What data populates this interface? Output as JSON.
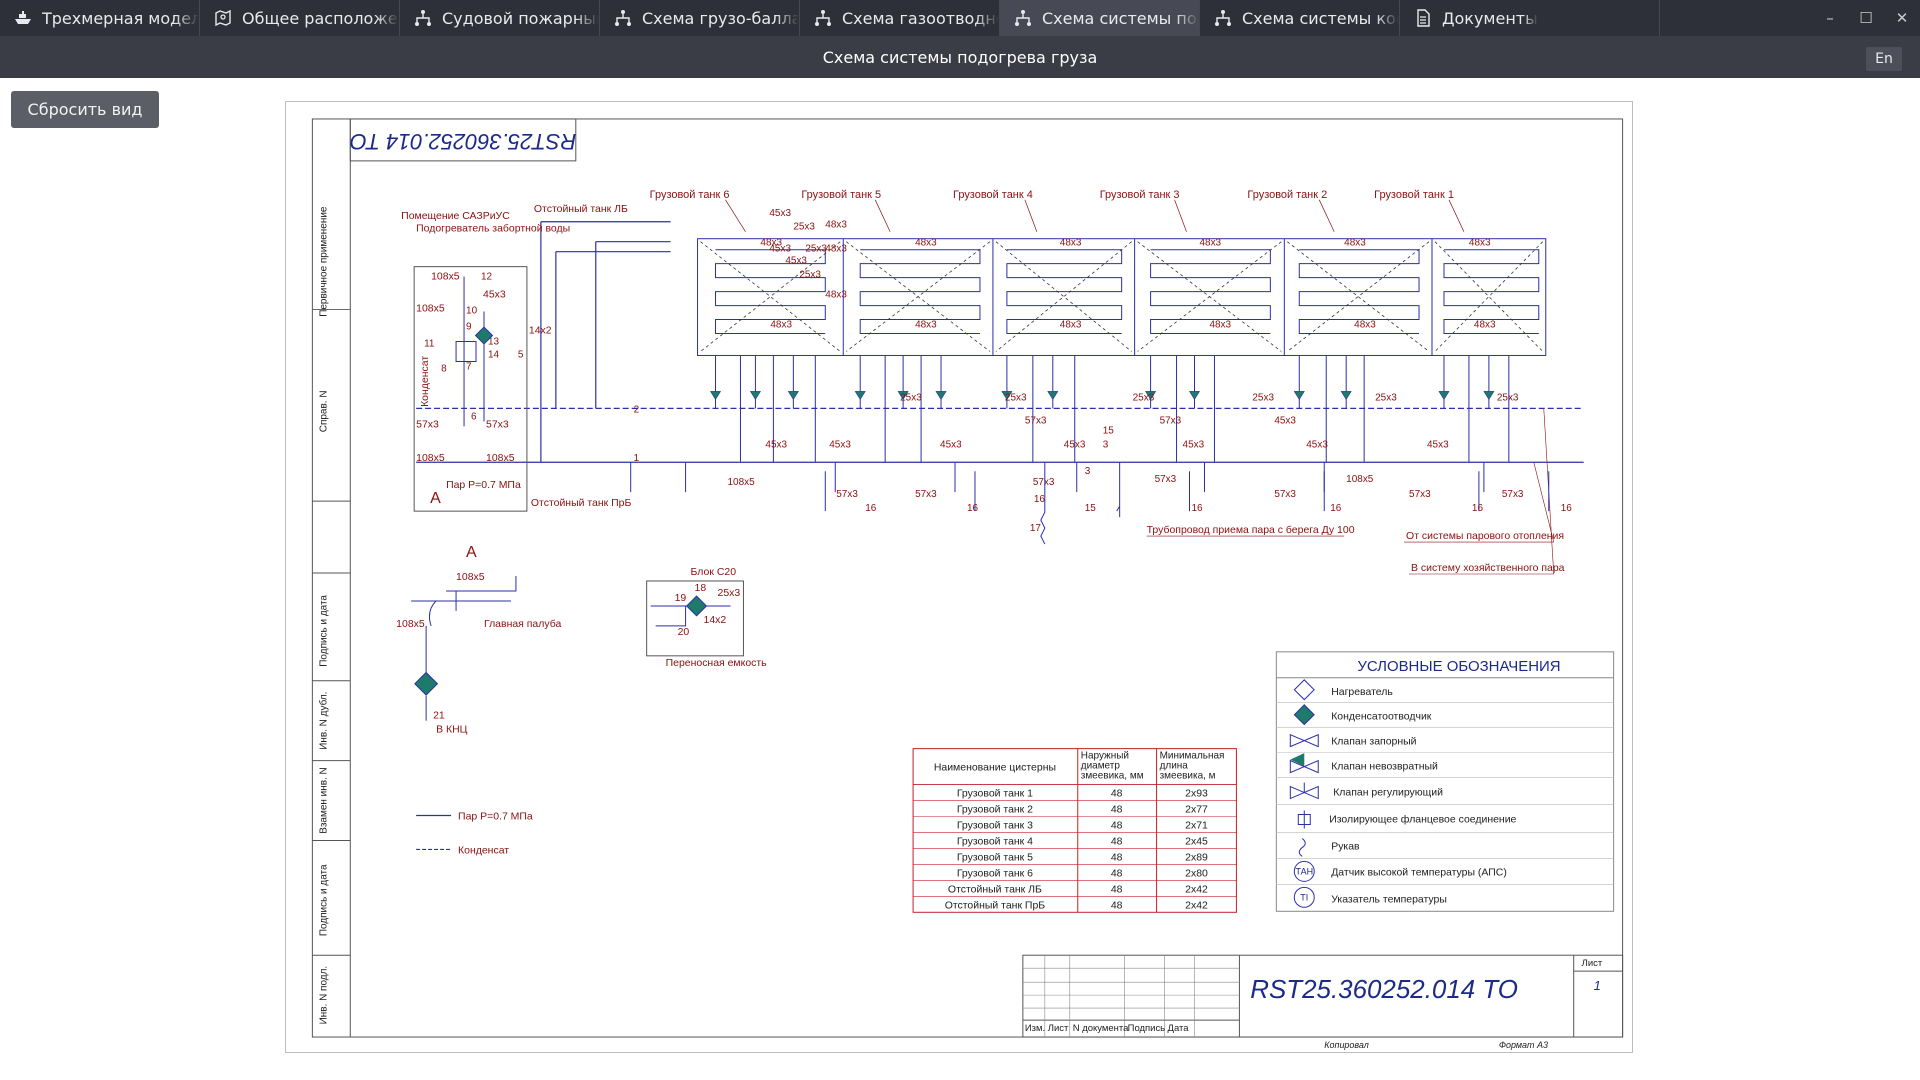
{
  "tabs": [
    {
      "label": "Трехмерная модель судна",
      "icon": "ship-icon",
      "active": false
    },
    {
      "label": "Общее расположение",
      "icon": "map-icon",
      "active": false
    },
    {
      "label": "Судовой пожарный гидрант",
      "icon": "schema-icon",
      "active": false
    },
    {
      "label": "Схема грузо-балластной",
      "icon": "schema-icon",
      "active": false
    },
    {
      "label": "Схема газоотводной",
      "icon": "schema-icon",
      "active": false
    },
    {
      "label": "Схема системы подогрева",
      "icon": "schema-icon",
      "active": true
    },
    {
      "label": "Схема системы контроля",
      "icon": "schema-icon",
      "active": false
    },
    {
      "label": "Документы",
      "icon": "document-icon",
      "active": false
    }
  ],
  "window_title": "Схема системы подогрева груза",
  "language_button": "En",
  "reset_button": "Сбросить вид",
  "drawing": {
    "code_rotated": "RST25.360252.014 TO",
    "side_labels": [
      "Первичное применение",
      "Справ. N",
      "Подпись и дата",
      "Инв. N дубл.",
      "Взамен инв. N",
      "Подпись и дата",
      "Инв. N подл."
    ],
    "tanks": [
      "Грузовой танк 6",
      "Грузовой танк 5",
      "Грузовой танк 4",
      "Грузовой танк 3",
      "Грузовой танк 2",
      "Грузовой танк 1"
    ],
    "left_labels": {
      "room": "Помещение САЗРиУС",
      "heater": "Подогреватель забортной воды",
      "settling_lb": "Отстойный танк ЛБ",
      "settling_prb": "Отстойный танк ПрБ",
      "condensate": "Конденсат",
      "steam": "Пар P=0.7 МПа",
      "view_a": "А"
    },
    "pipe_sizes": [
      "108x5",
      "45x3",
      "14x2",
      "57x3",
      "25x3",
      "48x3"
    ],
    "annotations": {
      "shore_steam": "Трубопровод приема пара с берега Ду 100",
      "from_heating": "От системы парового отопления",
      "to_household": "В систему хозяйственного пара",
      "main_deck": "Главная палуба",
      "to_knc": "В КНЦ",
      "block_c20": "Блок С20",
      "portable": "Переносная емкость"
    },
    "legend_small": {
      "steam": "Пар P=0.7 МПа",
      "condensate": "Конденсат"
    },
    "spec_table": {
      "headers": [
        "Наименование цистерны",
        "Наружный диаметр змеевика, мм",
        "Минимальная длина змеевика, м"
      ],
      "rows": [
        [
          "Грузовой танк 1",
          "48",
          "2x93"
        ],
        [
          "Грузовой танк 2",
          "48",
          "2x77"
        ],
        [
          "Грузовой танк 3",
          "48",
          "2x71"
        ],
        [
          "Грузовой танк 4",
          "48",
          "2x45"
        ],
        [
          "Грузовой танк 5",
          "48",
          "2x89"
        ],
        [
          "Грузовой танк 6",
          "48",
          "2x80"
        ],
        [
          "Отстойный танк ЛБ",
          "48",
          "2x42"
        ],
        [
          "Отстойный танк ПрБ",
          "48",
          "2x42"
        ]
      ]
    },
    "legend": {
      "title": "УСЛОВНЫЕ ОБОЗНАЧЕНИЯ",
      "items": [
        "Нагреватель",
        "Конденсатоотводчик",
        "Клапан запорный",
        "Клапан невозвратный",
        "Клапан регулирующий",
        "Изолирующее фланцевое соединение",
        "Рукав",
        "Датчик высокой температуры (АПС)",
        "Указатель температуры"
      ],
      "tah": "ТАН",
      "ti": "TI"
    },
    "title_block": {
      "code": "RST25.360252.014 TO",
      "sheet_label": "Лист",
      "sheet_no": "1",
      "cols": [
        "Изм.",
        "Лист",
        "N документа",
        "Подпись",
        "Дата"
      ],
      "copied": "Копировал",
      "format": "Формат А3"
    }
  },
  "colors": {
    "tab_bg": "#2d3038",
    "tab_active": "#474a55",
    "title_bg": "#3a3d46",
    "line_blue": "#2b2fa8",
    "text_red": "#8b1010",
    "teal": "#1e7a6b"
  }
}
